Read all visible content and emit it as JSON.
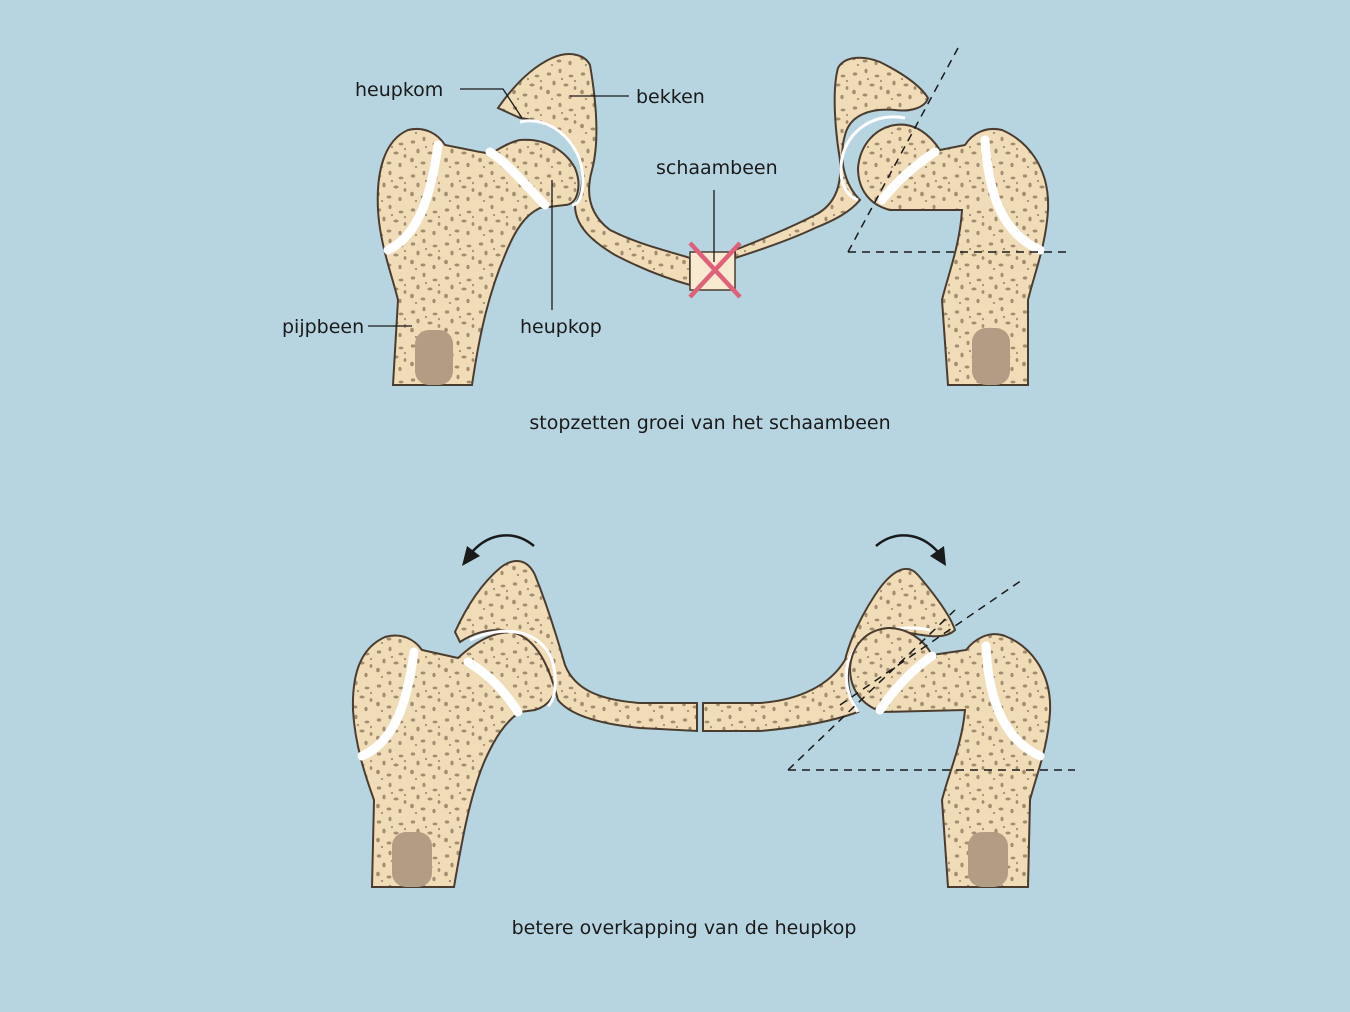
{
  "labels": {
    "acetabulum": "heupkom",
    "pelvis": "bekken",
    "pubic_bone": "schaambeen",
    "femur": "pijpbeen",
    "femoral_head": "heupkop"
  },
  "captions": {
    "top": "stopzetten groei van het schaambeen",
    "bottom": "betere overkapping van de heupkop"
  },
  "colors": {
    "background": "#b7d5e0",
    "bone": "#f0dcb6",
    "bone_texture": "#a38d70",
    "marrow": "#b09d84",
    "growth_plate": "#ffffff",
    "stop_mark": "#e0607a"
  },
  "icons": [
    "rotate-left-arrow-icon",
    "rotate-right-arrow-icon",
    "stop-cross-icon"
  ]
}
